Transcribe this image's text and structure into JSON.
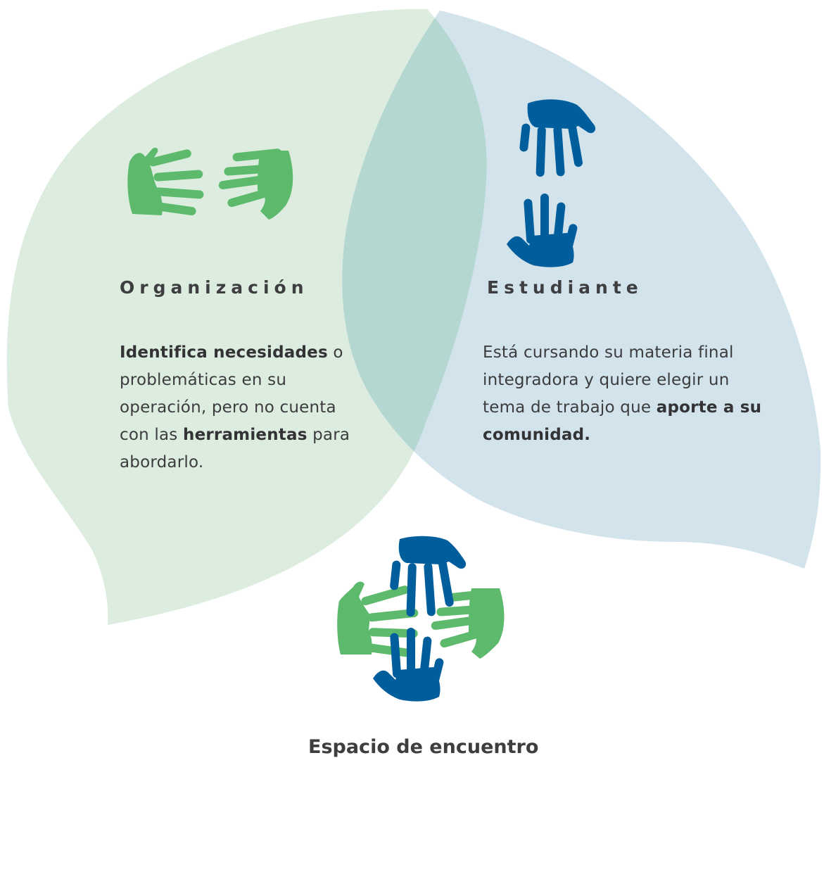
{
  "colors": {
    "organization_bubble": "#dcede0",
    "student_bubble": "#d2e3ec",
    "overlap": "#b4d7d2",
    "green_hand": "#5dba6c",
    "blue_hand": "#005e9c",
    "text": "#3e3e40"
  },
  "organization": {
    "icon": "green-hands-icon",
    "heading": "Organización",
    "desc_bold_1": "Identifica necesidades",
    "desc_text_1": "o problemáticas en su operación, pero no cuenta con las",
    "desc_bold_2": "herramientas",
    "desc_text_2": "para abordarlo."
  },
  "student": {
    "icon": "blue-hands-icon",
    "heading": "Estudiante",
    "desc_text_1": "Está cursando su materia final integradora y quiere elegir un tema de trabajo que",
    "desc_bold_1": "aporte a su comunidad."
  },
  "meeting": {
    "icon": "joined-hands-icon",
    "label": "Espacio de encuentro"
  }
}
